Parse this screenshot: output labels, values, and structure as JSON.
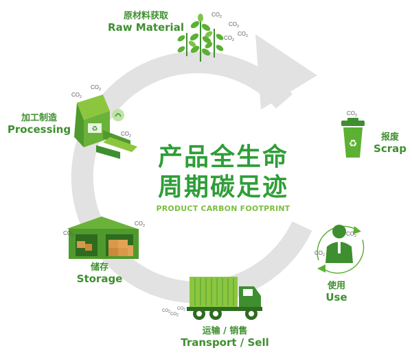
{
  "title": {
    "line1": "产品全生命",
    "line2": "周期碳足迹",
    "subtitle": "PRODUCT CARBON FOOTPRINT"
  },
  "stages": {
    "raw_material": {
      "zh": "原材料获取",
      "en": "Raw Material",
      "icon": "plant-sprouts-icon"
    },
    "processing": {
      "zh": "加工制造",
      "en": "Processing",
      "icon": "factory-machine-icon"
    },
    "storage": {
      "zh": "储存",
      "en": "Storage",
      "icon": "warehouse-icon"
    },
    "transport": {
      "zh": "运输 / 销售",
      "en": "Transport / Sell",
      "icon": "truck-icon"
    },
    "use": {
      "zh": "使用",
      "en": "Use",
      "icon": "person-icon"
    },
    "scrap": {
      "zh": "报废",
      "en": "Scrap",
      "icon": "recycle-bin-icon"
    }
  },
  "co2_label": {
    "base": "CO",
    "sub": "2"
  },
  "colors": {
    "ring": "#e2e2e2",
    "accent_green": "#3e8f2f",
    "title_green": "#2f9e38",
    "subtitle_green": "#7bbf3d"
  }
}
